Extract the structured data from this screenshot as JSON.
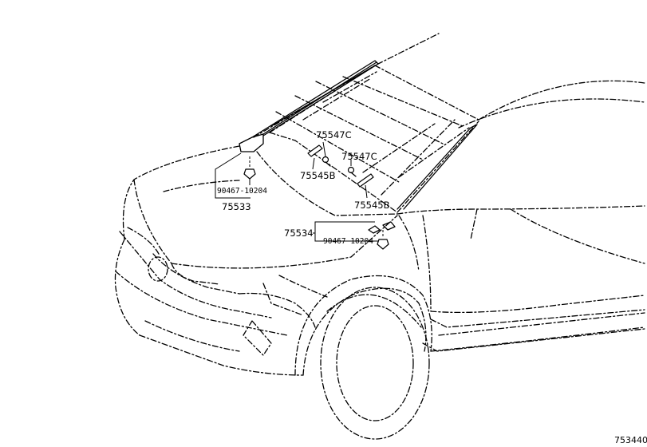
{
  "labels": {
    "p75547c_a": "75547C",
    "p75547c_b": "75547C",
    "p75545b_a": "75545B",
    "p75545b_b": "75545B",
    "p90467_a": "90467-10204",
    "p75533": "75533",
    "p75534": "75534",
    "p90467_b": "90467-10204"
  },
  "diagram_code": "753440"
}
